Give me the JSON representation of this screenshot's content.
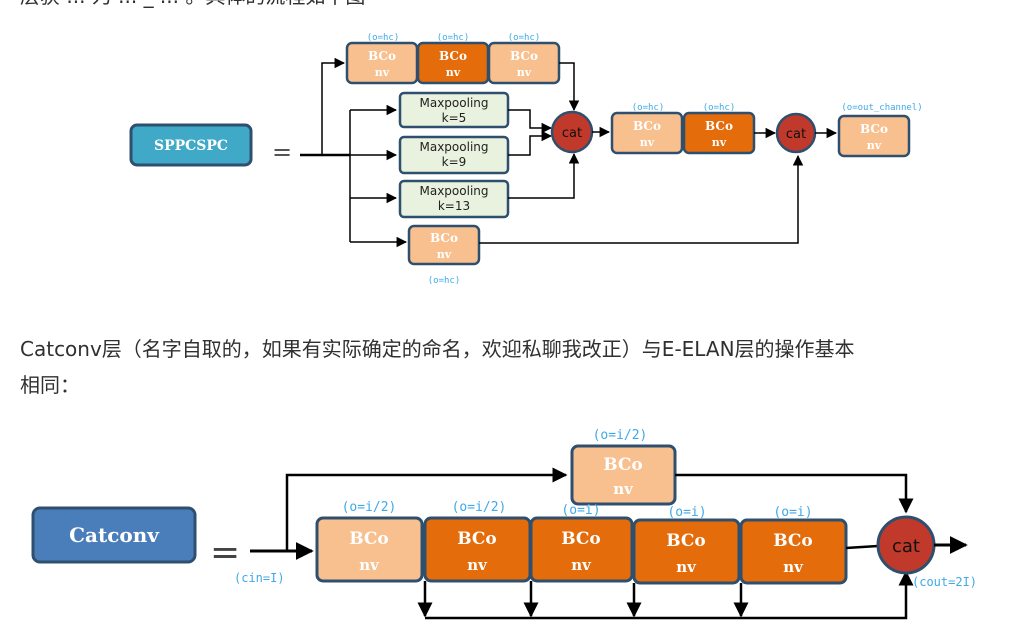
{
  "top_cut_text": "层获 ... 为 ... _ ... 。具体的流程如下图",
  "catconv_paragraph": {
    "line1": "Catconv层（名字自取的，如果有实际确定的命名，欢迎私聊我改正）与E-ELAN层的操作基本",
    "line2": "相同："
  },
  "diagram1": {
    "main_label": "SPPCSPC",
    "equals": "=",
    "bconv_text": "BCo",
    "bconv_text2": "nv",
    "hc_label": "(o=hc)",
    "out_label": "(o=out_channel)",
    "cat_label": "cat",
    "maxpool": [
      {
        "line1": "Maxpooling",
        "line2": "k=5"
      },
      {
        "line1": "Maxpooling",
        "line2": "k=9"
      },
      {
        "line1": "Maxpooling",
        "line2": "k=13"
      }
    ]
  },
  "diagram2": {
    "main_label": "Catconv",
    "equals": "=",
    "bconv_text": "BCo",
    "bconv_text2": "nv",
    "labels": {
      "top": "(o=i/2)",
      "b1": "(o=i/2)",
      "b2": "(o=i/2)",
      "b3": "(o=i)",
      "b4": "(o=i)",
      "b5": "(o=i)",
      "cin": "(cin=I)",
      "cout": "(cout=2I)"
    },
    "cat_label": "cat"
  },
  "colors": {
    "light_orange": "#F9C08F",
    "dark_orange": "#E46C0A",
    "border_blue": "#2F4F6F",
    "sppcspc_teal": "#3FA9C7",
    "catconv_blue": "#4A7EBB",
    "cat_red": "#C0392B",
    "maxpool_fill": "#E9F1DF",
    "label_blue": "#3FA9E8"
  }
}
